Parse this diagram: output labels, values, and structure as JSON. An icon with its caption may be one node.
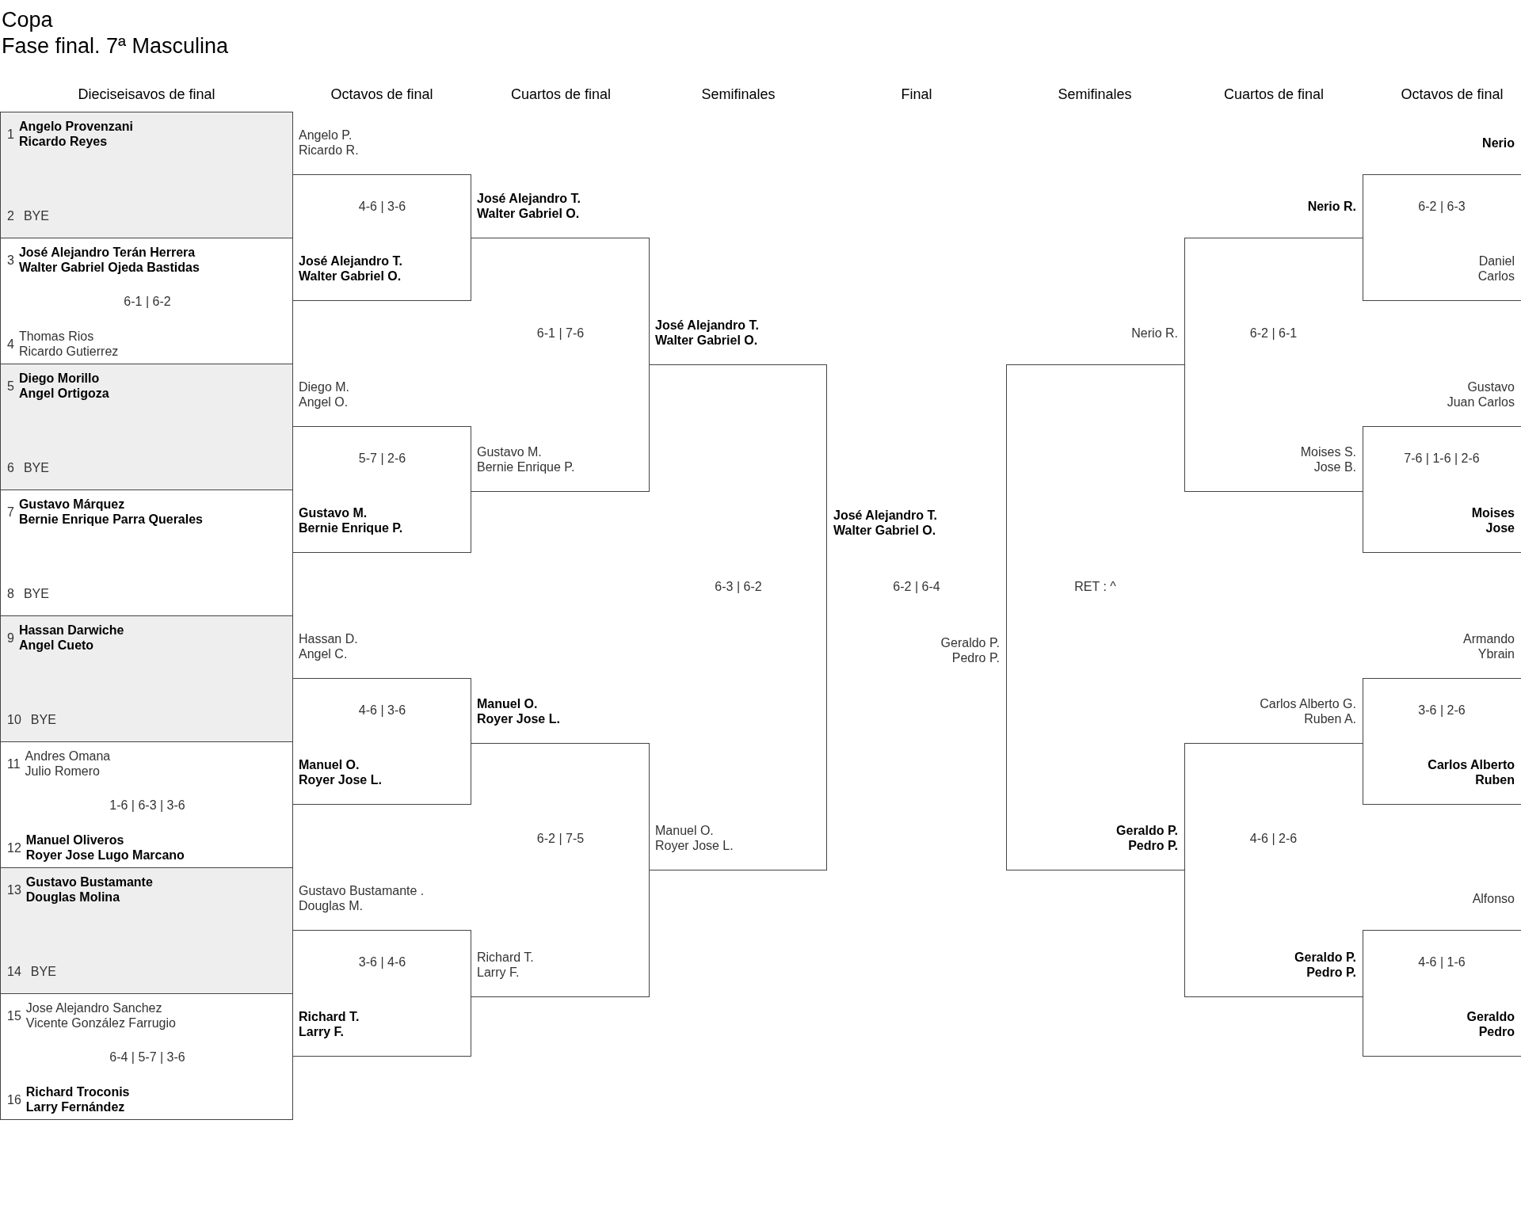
{
  "diagram": {
    "title": "Fase final. 7ª Masculina",
    "nodes": [
      {
        "text": [
          "1",
          "**Angelo Provenzani**",
          "**Ricardo Reyes**",
          "2",
          "BYE"
        ]
      },
      {
        "text": [
          "3",
          "**José Alejandro Terán Herrera**",
          "**Walter Gabriel Ojeda Bastidas**",
          "6-1 | 6-2",
          "4",
          "Thomas Rios",
          "Ricardo Gutierrez"
        ]
      },
      {
        "text": [
          "5",
          "**Diego Morillo**",
          "**Angel Ortigoza**",
          "6",
          "BYE"
        ]
      },
      {
        "text": [
          "7",
          "**Gustavo Márquez**",
          "**Bernie Enrique Parra Querales**",
          "8",
          "BYE"
        ]
      },
      {
        "text": [
          "9",
          "**Hassan Darwiche**",
          "**Angel Cueto**",
          "10",
          "BYE"
        ]
      },
      {
        "text": [
          "11",
          "Andres Omana",
          "Julio Romero",
          "1-6 | 6-3 | 3-6",
          "12",
          "**Manuel Oliveros**",
          "**Royer Jose Lugo Marcano**"
        ]
      },
      {
        "text": [
          "13",
          "**Gustavo Bustamante**",
          "**Douglas Molina**",
          "14",
          "BYE"
        ]
      },
      {
        "text": [
          "15",
          "Jose Alejandro Sanchez",
          "Vicente González Farrugio",
          "6-4 | 5-7 | 3-6",
          "16",
          "**Richard Troconis**",
          "**Larry Fernández**"
        ]
      },
      {
        "text": [
          "Angelo P.",
          "Ricardo R.",
          "4-6 | 3-6",
          "**José Alejandro T.**",
          "**Walter Gabriel O.**"
        ]
      },
      {
        "text": [
          "Diego M.",
          "Angel O.",
          "5-7 | 2-6",
          "**Gustavo M.**",
          "**Bernie Enrique P.**"
        ]
      },
      {
        "text": [
          "Hassan D.",
          "Angel C.",
          "4-6 | 3-6",
          "**Manuel O.**",
          "**Royer Jose L.**"
        ]
      },
      {
        "text": [
          "Gustavo Bustamante .",
          "Douglas M.",
          "3-6 | 4-6",
          "**Richard T.**",
          "**Larry F.**"
        ]
      },
      {
        "text": [
          "**José Alejandro T.**",
          "**Walter Gabriel O.**",
          "6-1 | 7-6",
          "Gustavo M.",
          "Bernie Enrique P."
        ]
      },
      {
        "text": [
          "**Manuel O.**",
          "**Royer Jose L.**",
          "6-2 | 7-5",
          "Richard T.",
          "Larry F."
        ]
      },
      {
        "text": [
          "**José Alejandro T.**",
          "**Walter Gabriel O.**",
          "6-3 | 6-2",
          "Manuel O.",
          "Royer Jose L."
        ]
      },
      {
        "text": [
          "Nerio R.",
          "RET : ^",
          "**Geraldo P.**",
          "**Pedro P.**"
        ]
      },
      {
        "text": [
          "**Nerio R.**",
          "6-2 | 6-1",
          "Moises S.",
          "Jose B."
        ]
      },
      {
        "text": [
          "Carlos Alberto G.",
          "Ruben A.",
          "4-6 | 2-6",
          "**Geraldo P.**",
          "**Pedro P.**"
        ]
      },
      {
        "text": [
          "**Nerio**",
          "6-2 | 6-3",
          "Daniel",
          "Carlos"
        ]
      },
      {
        "text": [
          "Gustavo",
          "Juan Carlos",
          "7-6 | 1-6 | 2-6",
          "**Moises**",
          "**Jose**"
        ]
      },
      {
        "text": [
          "Armando",
          "Ybrain",
          "3-6 | 2-6",
          "**Carlos Alberto**",
          "**Ruben**"
        ]
      },
      {
        "text": [
          "Alfonso",
          "4-6 | 1-6",
          "**Geraldo**",
          "**Pedro**"
        ]
      }
    ],
    "labels": [
      "Copa",
      "Dieciseisavos de final",
      "Octavos de final",
      "Cuartos de final",
      "Semifinales",
      "Final",
      "Semifinales",
      "Cuartos de final",
      "Octavos de final",
      "**José Alejandro T.**",
      "**Walter Gabriel O.**",
      "6-2 | 6-4",
      "Geraldo P.",
      "Pedro P."
    ]
  }
}
